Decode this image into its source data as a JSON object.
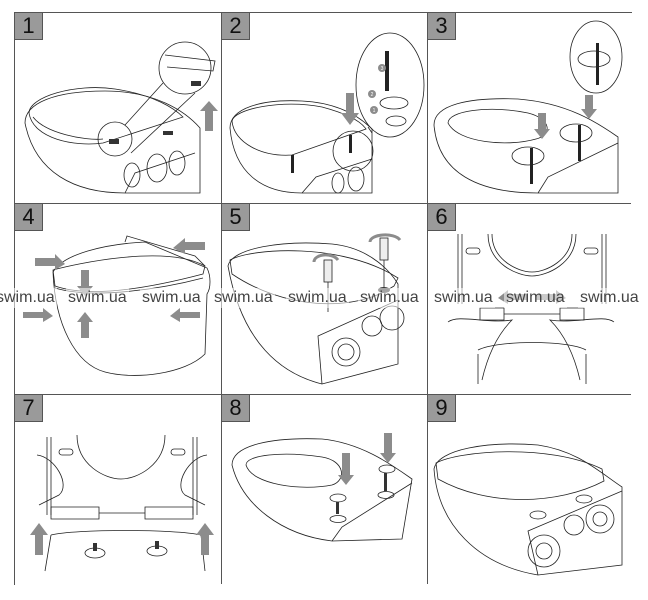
{
  "diagram": {
    "title_hidden": "",
    "accent_gray": "#9a9a9a",
    "line_color": "#222222",
    "arrow_color": "#8c8c8c",
    "steps": [
      {
        "number": "1",
        "description_icon": "toilet-seat-lift-icon"
      },
      {
        "number": "2",
        "description_icon": "fixing-bolt-insert-icon"
      },
      {
        "number": "3",
        "description_icon": "bolt-assembly-icon"
      },
      {
        "number": "4",
        "description_icon": "seat-alignment-icon"
      },
      {
        "number": "5",
        "description_icon": "screwdriver-tighten-icon"
      },
      {
        "number": "6",
        "description_icon": "hinge-adjust-icon"
      },
      {
        "number": "7",
        "description_icon": "seat-lift-off-icon"
      },
      {
        "number": "8",
        "description_icon": "cover-caps-icon"
      },
      {
        "number": "9",
        "description_icon": "finished-assembly-icon"
      }
    ],
    "callout_numbers": [
      "1",
      "2",
      "3"
    ]
  },
  "watermarks": [
    "swim.ua",
    "swim.ua",
    "swim.ua",
    "swim.ua",
    "swim.ua",
    "swim.ua",
    "swim.ua",
    "swim.ua",
    "swim.ua"
  ]
}
